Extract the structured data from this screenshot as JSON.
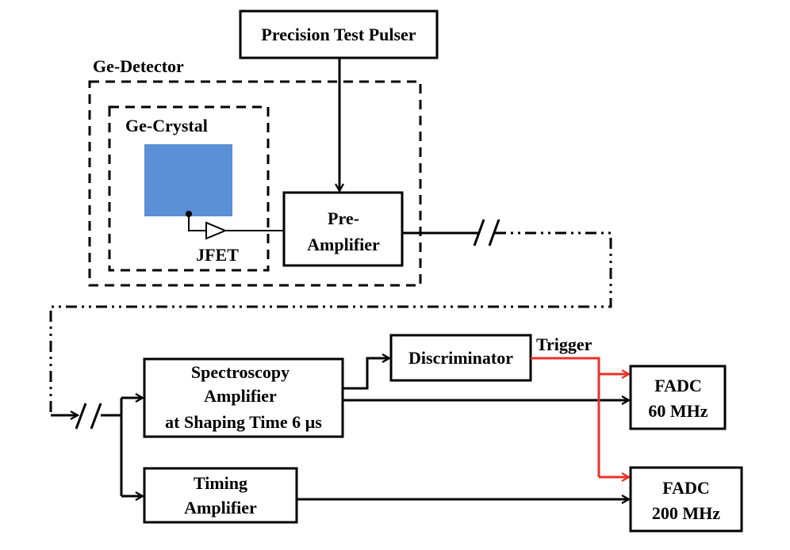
{
  "diagram": {
    "pulser": "Precision Test Pulser",
    "ge_detector": "Ge-Detector",
    "ge_crystal": "Ge-Crystal",
    "jfet": "JFET",
    "preamp": {
      "line1": "Pre-",
      "line2": "Amplifier"
    },
    "spectroscopy_amp": {
      "line1": "Spectroscopy",
      "line2": "Amplifier",
      "line3": "at  Shaping Time 6 µs"
    },
    "discriminator": "Discriminator",
    "trigger": "Trigger",
    "fadc60": {
      "line1": "FADC",
      "line2": "60 MHz"
    },
    "timing_amp": {
      "line1": "Timing",
      "line2": "Amplifier"
    },
    "fadc200": {
      "line1": "FADC",
      "line2": "200 MHz"
    }
  },
  "colors": {
    "crystal": "#5b8fd6",
    "trigger_line": "#e8322a",
    "line": "#000000"
  }
}
